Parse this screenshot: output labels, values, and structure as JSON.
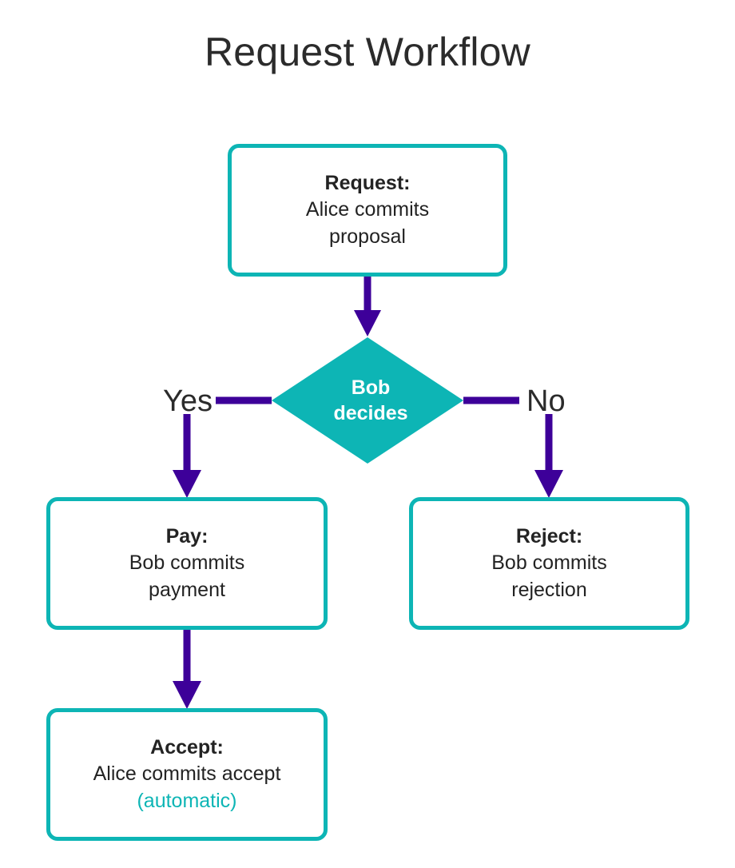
{
  "title": "Request Workflow",
  "colors": {
    "node_border": "#0db5b5",
    "decision_fill": "#0db5b5",
    "arrow": "#3d0099",
    "text": "#232323",
    "title_text": "#2b2b2b",
    "accent_text": "#0db5b5",
    "background": "#ffffff"
  },
  "nodes": {
    "request": {
      "shape": "rounded-rectangle",
      "title": "Request:",
      "lines": [
        "Alice commits",
        "proposal"
      ]
    },
    "decision": {
      "shape": "diamond",
      "lines": [
        "Bob",
        "decides"
      ]
    },
    "pay": {
      "shape": "rounded-rectangle",
      "title": "Pay:",
      "lines": [
        "Bob commits",
        "payment"
      ]
    },
    "reject": {
      "shape": "rounded-rectangle",
      "title": "Reject:",
      "lines": [
        "Bob commits",
        "rejection"
      ]
    },
    "accept": {
      "shape": "rounded-rectangle",
      "title": "Accept:",
      "lines": [
        "Alice commits accept"
      ],
      "note": "(automatic)"
    }
  },
  "edges": {
    "request_to_decision": {
      "label": ""
    },
    "decision_to_pay": {
      "label": "Yes"
    },
    "decision_to_reject": {
      "label": "No"
    },
    "pay_to_accept": {
      "label": ""
    }
  }
}
